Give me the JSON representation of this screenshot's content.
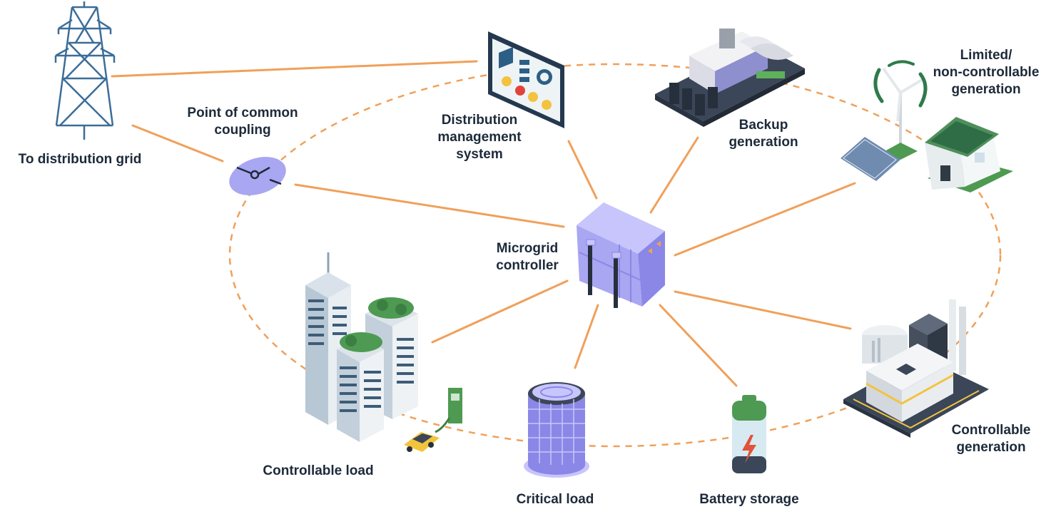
{
  "labels": {
    "grid": "To distribution grid",
    "pcc": "Point of common\ncoupling",
    "dms": "Distribution\nmanagement\nsystem",
    "backup": "Backup\ngeneration",
    "limited": "Limited/\nnon-controllable\ngeneration",
    "controller": "Microgrid\ncontroller",
    "controllable_load": "Controllable load",
    "critical_load": "Critical load",
    "battery": "Battery storage",
    "controllable_gen": "Controllable\ngeneration"
  },
  "colors": {
    "connector": "#f0a05a",
    "ring": "#f0a05a",
    "text": "#1d2a3a",
    "controller": "#a9a6f2",
    "tower": "#3b6d99",
    "greenery": "#4e9a52"
  },
  "icons": {
    "tower": "transmission-tower-icon",
    "switch": "switch-icon",
    "dms": "tablet-dashboard-icon",
    "backup": "generator-plant-icon",
    "house": "solar-house-icon",
    "controller": "server-rack-icon",
    "buildings": "office-buildings-icon",
    "critical": "data-center-icon",
    "battery": "battery-icon",
    "factory": "factory-icon"
  }
}
